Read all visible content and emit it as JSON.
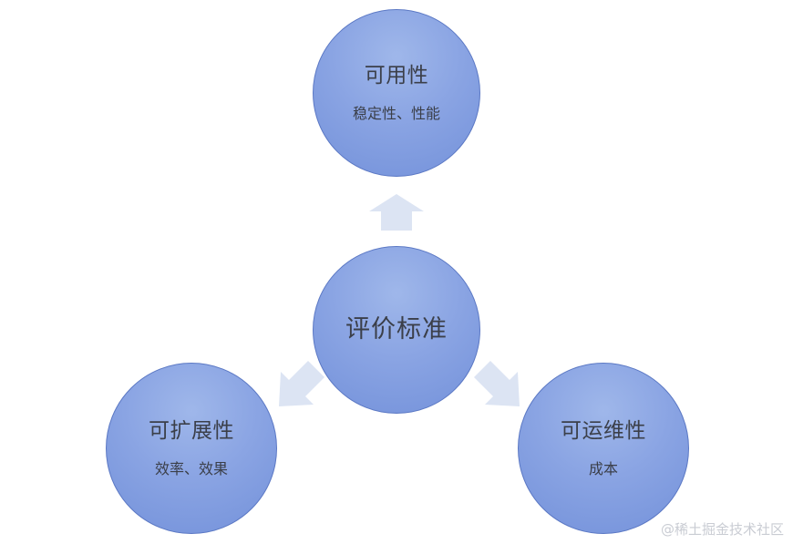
{
  "center": {
    "title": "评价标准"
  },
  "top": {
    "title": "可用性",
    "sub": "稳定性、性能"
  },
  "left": {
    "title": "可扩展性",
    "sub": "效率、效果"
  },
  "right": {
    "title": "可运维性",
    "sub": "成本"
  },
  "watermark": "@稀土掘金技术社区",
  "colors": {
    "circle_fill": "#8aa4e3",
    "circle_border": "#5b78c4",
    "arrow_fill": "#dce4f3",
    "text": "#3b3f49"
  }
}
